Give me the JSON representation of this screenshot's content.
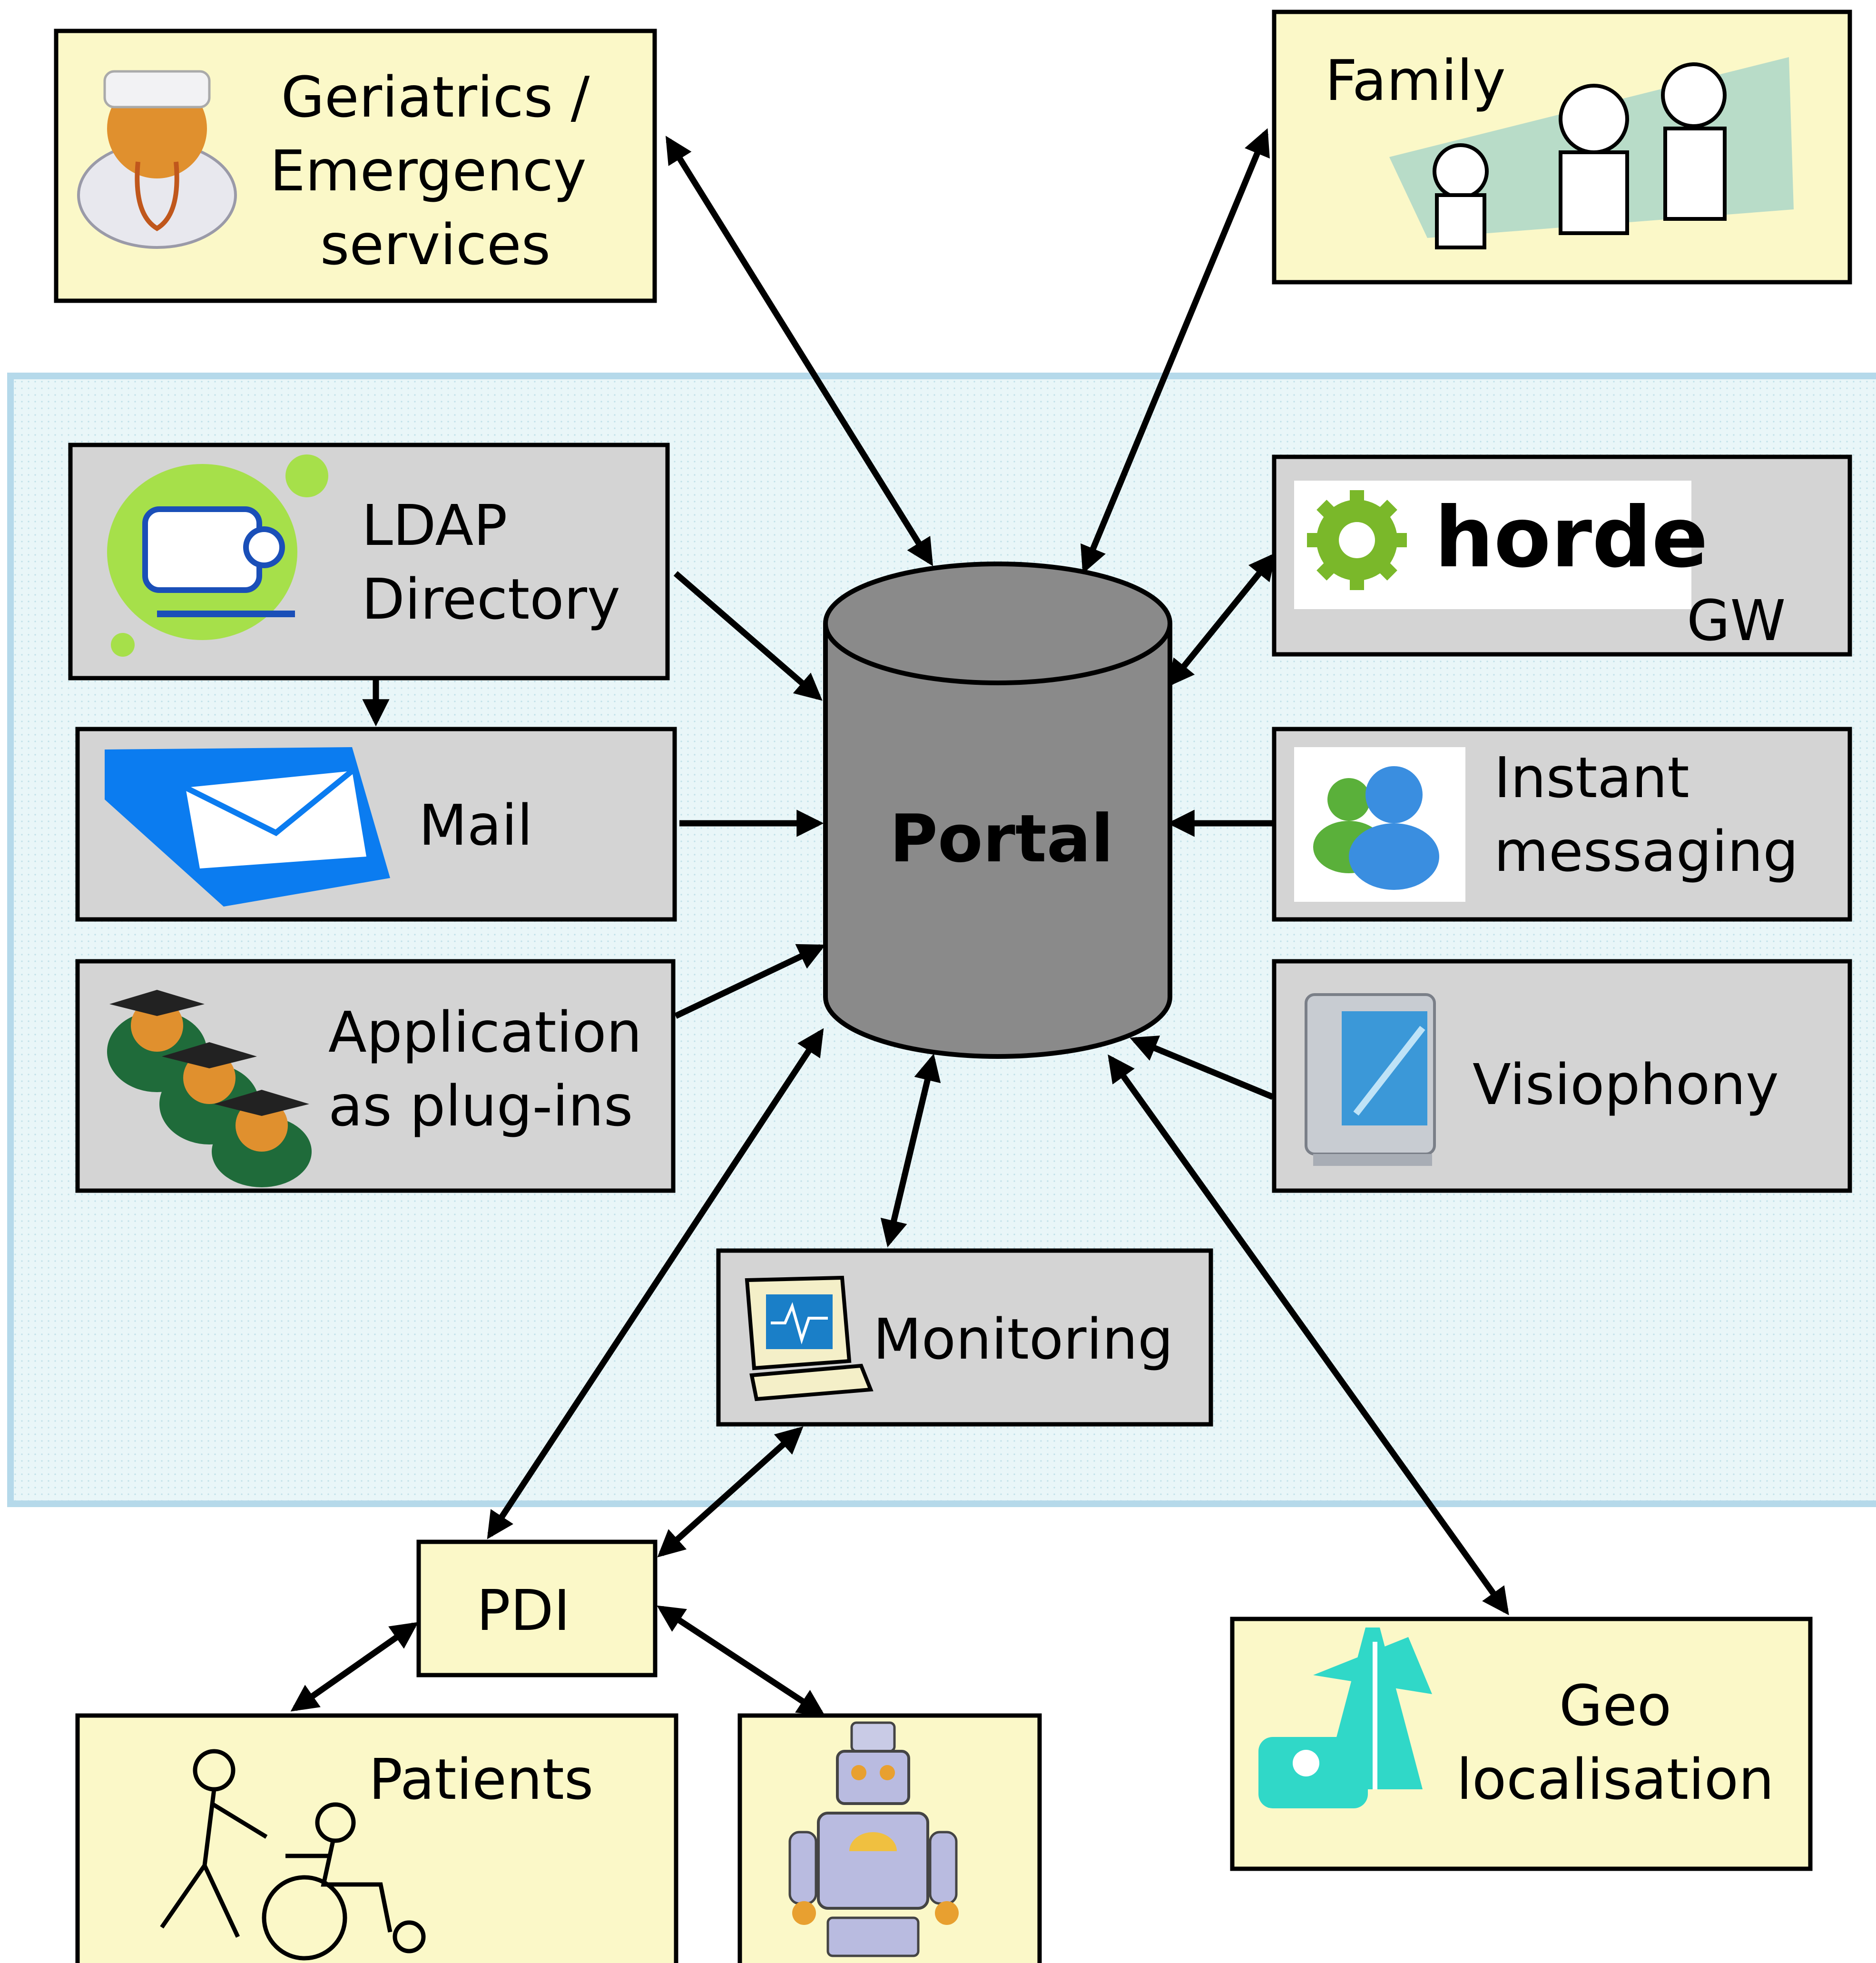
{
  "diagram": {
    "portal": "Portal",
    "nodes": {
      "geriatrics": [
        "Geriatrics /",
        "Emergency",
        "services"
      ],
      "family": "Family",
      "ldap": [
        "LDAP",
        "Directory"
      ],
      "mail": "Mail",
      "applications": [
        "Application",
        "as plug-ins"
      ],
      "horde_logo": "horde",
      "horde_gw": "GW",
      "instant_messaging": [
        "Instant",
        "messaging"
      ],
      "visiophony": "Visiophony",
      "monitoring": "Monitoring",
      "pdi": "PDI",
      "patients": "Patients",
      "geo": [
        "Geo",
        "localisation"
      ]
    },
    "icons": {
      "doctor": "doctor-icon",
      "family": "family-clipart-icon",
      "ldap": "directory-server-icon",
      "mail": "envelope-icon",
      "applications": "graduates-icon",
      "horde": "gear-icon",
      "im": "messenger-users-icon",
      "visiophony": "tv-screen-icon",
      "monitoring": "monitor-computer-icon",
      "patients": "wheelchair-icon",
      "robot": "robot-icon",
      "geo": "antenna-icon"
    },
    "colors": {
      "yellow_box": "#fbf8c8",
      "grey_box": "#d4d4d4",
      "platform_bg": "#e8f5f8",
      "platform_border": "#b5d9ea",
      "cylinder": "#8a8a8a"
    }
  }
}
